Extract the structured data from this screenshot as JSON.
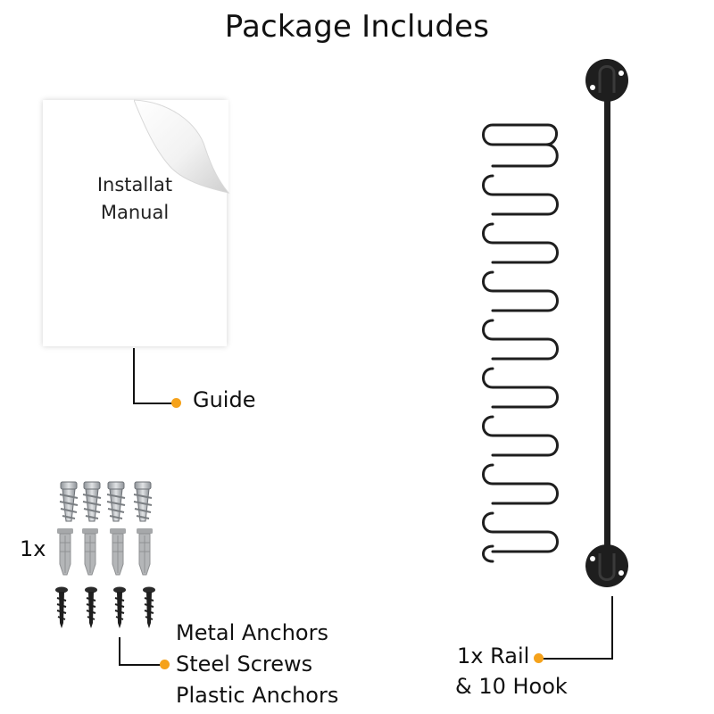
{
  "header": {
    "title": "Package Includes"
  },
  "manual": {
    "text_line1": "Installat",
    "text_line2": "Manual"
  },
  "callouts": {
    "guide": "Guide",
    "hardware_qty": "1x",
    "metal_anchors": "Metal Anchors",
    "steel_screws": "Steel Screws",
    "plastic_anchors": "Plastic Anchors",
    "rail_line1": "1x Rail",
    "rail_line2": "& 10 Hook"
  },
  "colors": {
    "accent_dot": "#f5a21b",
    "hardware_black": "#1e1e1e",
    "metal_grey": "#a9adb1"
  },
  "icons": [
    "page-curl-icon",
    "metal-anchor-icon",
    "plastic-anchor-icon",
    "screw-icon",
    "s-hook-icon",
    "rail-icon"
  ]
}
